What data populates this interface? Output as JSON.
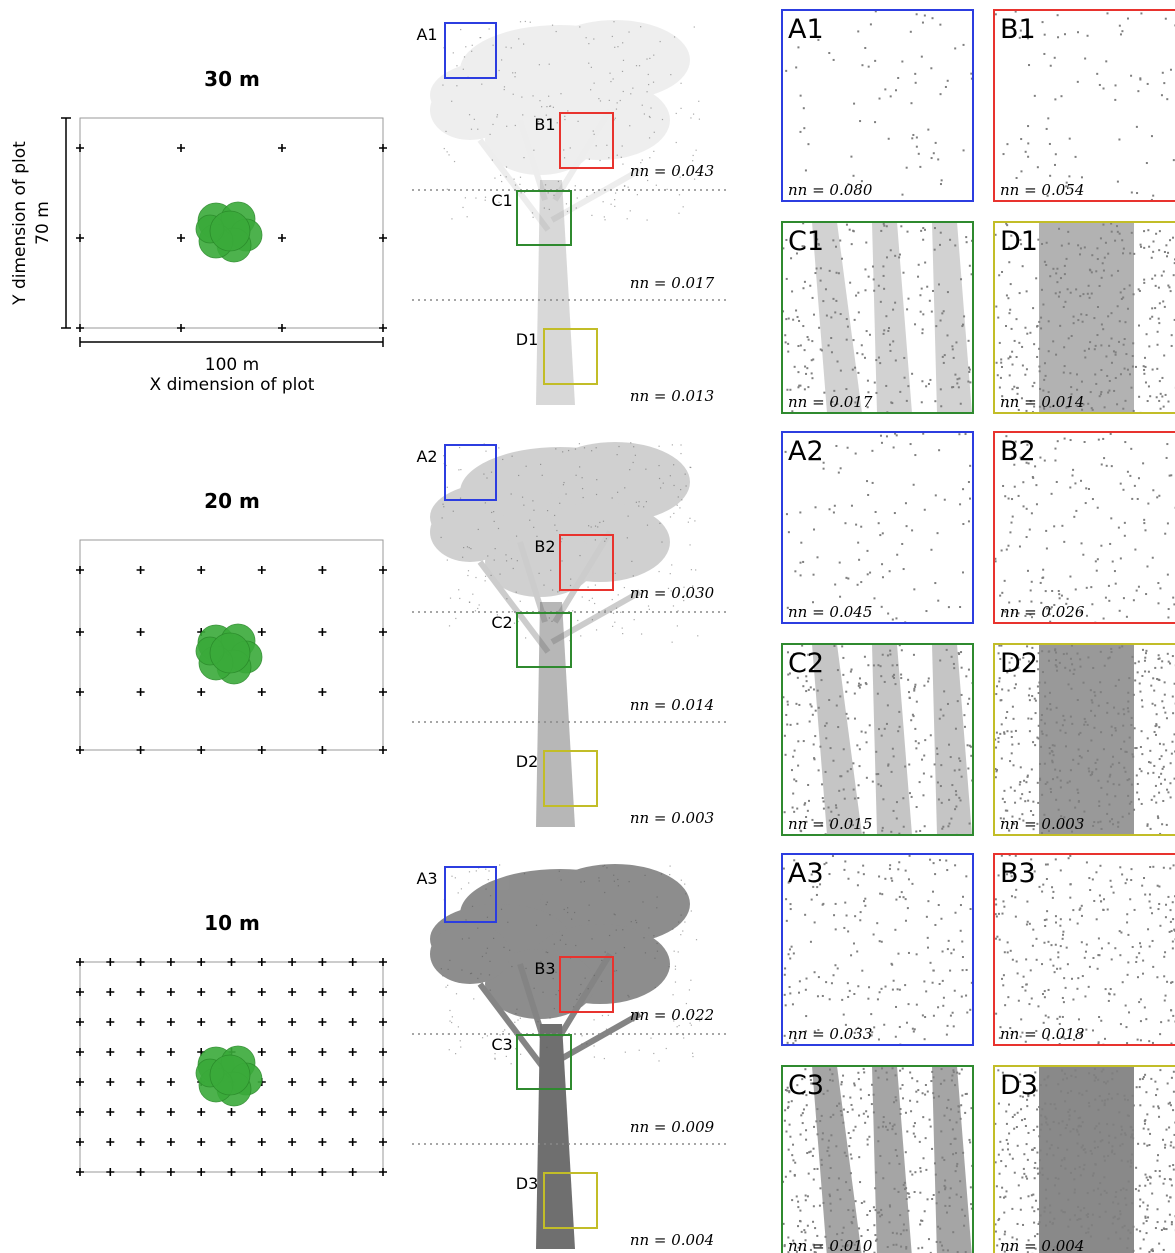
{
  "colors": {
    "blue": "#2c3de0",
    "red": "#e8332e",
    "green": "#2f8a2f",
    "yellow": "#c2bd28",
    "tree_green": "#34a534",
    "point_gray": "#7f7f7f",
    "dotted": "#888888"
  },
  "plot": {
    "x_dim_value": "100 m",
    "x_dim_label": "X dimension of plot",
    "y_dim_value": "70 m",
    "y_dim_label": "Y dimension of plot"
  },
  "rows": [
    {
      "spacing_label": "30 m",
      "tree_labels": [
        "A1",
        "B1",
        "C1",
        "D1"
      ],
      "nn_tree": [
        "nn = 0.043",
        "nn = 0.017",
        "nn = 0.013"
      ],
      "panels": [
        {
          "label": "A1",
          "nn": "nn = 0.080",
          "color": "blue",
          "density": 0.02
        },
        {
          "label": "B1",
          "nn": "nn = 0.054",
          "color": "red",
          "density": 0.05
        },
        {
          "label": "C1",
          "nn": "nn = 0.017",
          "color": "green",
          "density": 0.35
        },
        {
          "label": "D1",
          "nn": "nn = 0.014",
          "color": "yellow",
          "density": 0.6
        }
      ]
    },
    {
      "spacing_label": "20 m",
      "tree_labels": [
        "A2",
        "B2",
        "C2",
        "D2"
      ],
      "nn_tree": [
        "nn = 0.030",
        "nn = 0.014",
        "nn = 0.003"
      ],
      "panels": [
        {
          "label": "A2",
          "nn": "nn = 0.045",
          "color": "blue",
          "density": 0.08
        },
        {
          "label": "B2",
          "nn": "nn = 0.026",
          "color": "red",
          "density": 0.25
        },
        {
          "label": "C2",
          "nn": "nn = 0.015",
          "color": "green",
          "density": 0.45
        },
        {
          "label": "D2",
          "nn": "nn = 0.003",
          "color": "yellow",
          "density": 0.8
        }
      ]
    },
    {
      "spacing_label": "10 m",
      "tree_labels": [
        "A3",
        "B3",
        "C3",
        "D3"
      ],
      "nn_tree": [
        "nn = 0.022",
        "nn = 0.009",
        "nn = 0.004"
      ],
      "panels": [
        {
          "label": "A3",
          "nn": "nn = 0.033",
          "color": "blue",
          "density": 0.3
        },
        {
          "label": "B3",
          "nn": "nn = 0.018",
          "color": "red",
          "density": 0.5
        },
        {
          "label": "C3",
          "nn": "nn = 0.010",
          "color": "green",
          "density": 0.7
        },
        {
          "label": "D3",
          "nn": "nn = 0.004",
          "color": "yellow",
          "density": 0.92
        }
      ]
    }
  ]
}
